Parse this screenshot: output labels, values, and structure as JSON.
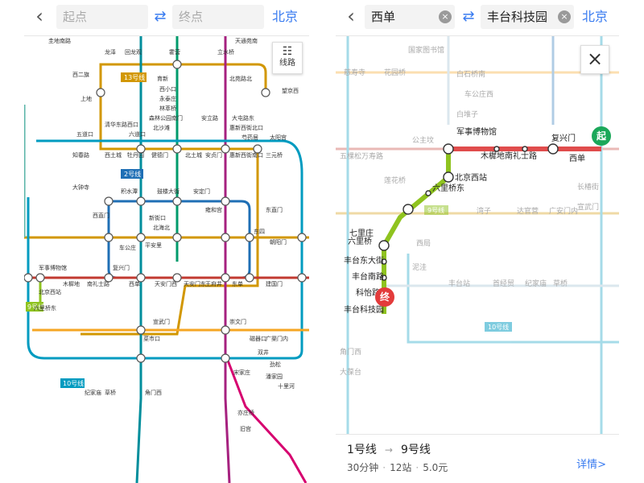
{
  "left": {
    "search": {
      "from_placeholder": "起点",
      "to_placeholder": "终点",
      "city": "北京"
    },
    "routes_button": {
      "label": "线路"
    },
    "line_tags": {
      "line13": "13号线",
      "line2": "2号线",
      "line9": "9号线",
      "line10": "10号线"
    },
    "stations": [
      {
        "name": "圭地南路"
      },
      {
        "name": "龙泽"
      },
      {
        "name": "回龙观"
      },
      {
        "name": "霍营"
      },
      {
        "name": "立水桥"
      },
      {
        "name": "天通苑南"
      },
      {
        "name": "西二旗"
      },
      {
        "name": "育新"
      },
      {
        "name": "北苑路北"
      },
      {
        "name": "望京西"
      },
      {
        "name": "上地"
      },
      {
        "name": "西小口"
      },
      {
        "name": "永泰庄"
      },
      {
        "name": "林萃桥"
      },
      {
        "name": "森林公园南门"
      },
      {
        "name": "北沙滩"
      },
      {
        "name": "安立路"
      },
      {
        "name": "大屯路东"
      },
      {
        "name": "惠新西街北口"
      },
      {
        "name": "五道口"
      },
      {
        "name": "清华东路西口"
      },
      {
        "name": "六道口"
      },
      {
        "name": "芍药居"
      },
      {
        "name": "太阳宫"
      },
      {
        "name": "知春路"
      },
      {
        "name": "西土城"
      },
      {
        "name": "牡丹园"
      },
      {
        "name": "健德门"
      },
      {
        "name": "北土城"
      },
      {
        "name": "安贞门"
      },
      {
        "name": "惠新西街南口"
      },
      {
        "name": "三元桥"
      },
      {
        "name": "大钟寺"
      },
      {
        "name": "积水潭"
      },
      {
        "name": "鼓楼大街"
      },
      {
        "name": "安定门"
      },
      {
        "name": "雍和宫"
      },
      {
        "name": "东直门"
      },
      {
        "name": "西直门"
      },
      {
        "name": "新街口"
      },
      {
        "name": "车公庄"
      },
      {
        "name": "平安里"
      },
      {
        "name": "北海北"
      },
      {
        "name": "东四"
      },
      {
        "name": "朝阳门"
      },
      {
        "name": "复兴门"
      },
      {
        "name": "西单"
      },
      {
        "name": "天安门西"
      },
      {
        "name": "天安门东"
      },
      {
        "name": "王府井"
      },
      {
        "name": "东单"
      },
      {
        "name": "建国门"
      },
      {
        "name": "木樨地"
      },
      {
        "name": "南礼士路"
      },
      {
        "name": "军事博物馆"
      },
      {
        "name": "北京西站"
      },
      {
        "name": "六里桥东"
      },
      {
        "name": "宣武门"
      },
      {
        "name": "菜市口"
      },
      {
        "name": "磁器口"
      },
      {
        "name": "崇文门"
      },
      {
        "name": "广渠门内"
      },
      {
        "name": "双井"
      },
      {
        "name": "劲松"
      },
      {
        "name": "潘家园"
      },
      {
        "name": "十里河"
      },
      {
        "name": "草桥"
      },
      {
        "name": "纪家庙"
      },
      {
        "name": "角门西"
      },
      {
        "name": "宋家庄"
      },
      {
        "name": "亦庄桥"
      },
      {
        "name": "旧宫"
      }
    ]
  },
  "right": {
    "search": {
      "from_value": "西单",
      "to_value": "丰台科技园",
      "city": "北京"
    },
    "close_label": "×",
    "badges": {
      "start": "起",
      "end": "终"
    },
    "route_stations": [
      {
        "name": "西单"
      },
      {
        "name": "复兴门"
      },
      {
        "name": "南礼士路"
      },
      {
        "name": "木樨地"
      },
      {
        "name": "军事博物馆"
      },
      {
        "name": "北京西站"
      },
      {
        "name": "六里桥东"
      },
      {
        "name": "六里桥"
      },
      {
        "name": "七里庄"
      },
      {
        "name": "丰台东大街"
      },
      {
        "name": "丰台南路"
      },
      {
        "name": "科怡路"
      },
      {
        "name": "丰台科技园"
      }
    ],
    "faded_labels": [
      {
        "name": "国家图书馆"
      },
      {
        "name": "白石桥南"
      },
      {
        "name": "车公庄西"
      },
      {
        "name": "白堆子"
      },
      {
        "name": "公主坟"
      },
      {
        "name": "万寿路"
      },
      {
        "name": "五棵松"
      },
      {
        "name": "莲花桥"
      },
      {
        "name": "湾子"
      },
      {
        "name": "达官营"
      },
      {
        "name": "广安门内"
      },
      {
        "name": "西局"
      },
      {
        "name": "泥洼"
      },
      {
        "name": "丰台站"
      },
      {
        "name": "首经贸"
      },
      {
        "name": "纪家庙"
      },
      {
        "name": "草桥"
      },
      {
        "name": "角门西"
      },
      {
        "name": "大葆台"
      },
      {
        "name": "长椿街"
      },
      {
        "name": "宣武门"
      },
      {
        "name": "花园桥"
      },
      {
        "name": "慈寿寺"
      }
    ],
    "line_tags": {
      "line9": "9号线",
      "line10": "10号线"
    },
    "summary": {
      "line_from": "1号线",
      "line_to": "9号线",
      "duration": "30分钟",
      "stops": "12站",
      "price": "5.0元",
      "detail_label": "详情>"
    }
  },
  "colors": {
    "accent": "#3a7cf0",
    "line1": "#c23a30",
    "line2": "#1f6fb5",
    "line4": "#008e9c",
    "line5": "#a6217f",
    "line6": "#d29700",
    "line9": "#8fc31f",
    "line10": "#009bc0",
    "line13": "#f9e700",
    "line8": "#009b6b",
    "yizhuang": "#d6006f",
    "start": "#1ba85a",
    "end": "#e33b3b"
  }
}
